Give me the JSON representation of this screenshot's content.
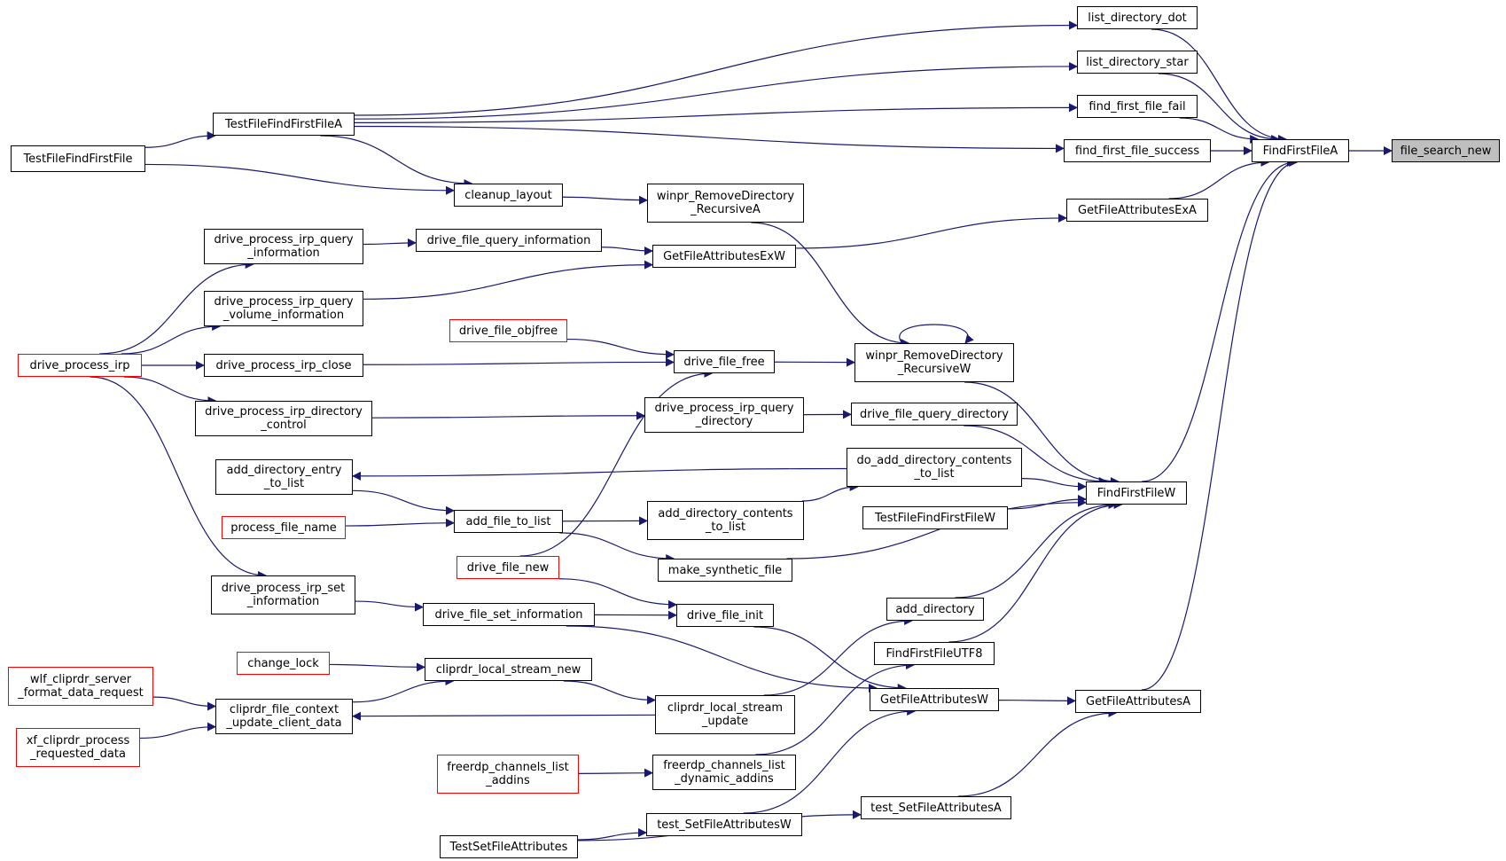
{
  "colors": {
    "edge": "#191970",
    "border": "#000000",
    "external_border": "#ff0000",
    "focus_fill": "#bfbfbf"
  },
  "nodes": [
    {
      "id": "file_search_new",
      "label": "file_search_new",
      "focus": true
    },
    {
      "id": "FindFirstFileA",
      "label": "FindFirstFileA"
    },
    {
      "id": "list_directory_dot",
      "label": "list_directory_dot"
    },
    {
      "id": "list_directory_star",
      "label": "list_directory_star"
    },
    {
      "id": "find_first_file_fail",
      "label": "find_first_file_fail"
    },
    {
      "id": "find_first_file_success",
      "label": "find_first_file_success"
    },
    {
      "id": "GetFileAttributesExA",
      "label": "GetFileAttributesExA"
    },
    {
      "id": "FindFirstFileW",
      "label": "FindFirstFileW"
    },
    {
      "id": "GetFileAttributesA",
      "label": "GetFileAttributesA"
    },
    {
      "id": "TestFileFindFirstFileA",
      "label": "TestFileFindFirstFileA"
    },
    {
      "id": "TestFileFindFirstFile",
      "label": "TestFileFindFirstFile"
    },
    {
      "id": "cleanup_layout",
      "label": "cleanup_layout"
    },
    {
      "id": "winpr_RemoveDirectory_RecursiveA",
      "label": "winpr_RemoveDirectory\n_RecursiveA"
    },
    {
      "id": "GetFileAttributesExW",
      "label": "GetFileAttributesExW"
    },
    {
      "id": "drive_file_query_information",
      "label": "drive_file_query_information"
    },
    {
      "id": "drive_process_irp_query_information",
      "label": "drive_process_irp_query\n_information"
    },
    {
      "id": "drive_process_irp_query_volume_information",
      "label": "drive_process_irp_query\n_volume_information"
    },
    {
      "id": "drive_process_irp",
      "label": "drive_process_irp",
      "external": true
    },
    {
      "id": "drive_process_irp_close",
      "label": "drive_process_irp_close"
    },
    {
      "id": "drive_process_irp_directory_control",
      "label": "drive_process_irp_directory\n_control"
    },
    {
      "id": "drive_file_objfree",
      "label": "drive_file_objfree",
      "external": true
    },
    {
      "id": "drive_file_free",
      "label": "drive_file_free"
    },
    {
      "id": "winpr_RemoveDirectory_RecursiveW",
      "label": "winpr_RemoveDirectory\n_RecursiveW"
    },
    {
      "id": "drive_process_irp_query_directory",
      "label": "drive_process_irp_query\n_directory"
    },
    {
      "id": "drive_file_query_directory",
      "label": "drive_file_query_directory"
    },
    {
      "id": "do_add_directory_contents_to_list",
      "label": "do_add_directory_contents\n_to_list"
    },
    {
      "id": "add_directory_entry_to_list",
      "label": "add_directory_entry\n_to_list"
    },
    {
      "id": "add_file_to_list",
      "label": "add_file_to_list"
    },
    {
      "id": "process_file_name",
      "label": "process_file_name",
      "external": true
    },
    {
      "id": "add_directory_contents_to_list",
      "label": "add_directory_contents\n_to_list"
    },
    {
      "id": "TestFileFindFirstFileW",
      "label": "TestFileFindFirstFileW"
    },
    {
      "id": "make_synthetic_file",
      "label": "make_synthetic_file"
    },
    {
      "id": "drive_file_new",
      "label": "drive_file_new",
      "external": true
    },
    {
      "id": "drive_process_irp_set_information",
      "label": "drive_process_irp_set\n_information"
    },
    {
      "id": "drive_file_set_information",
      "label": "drive_file_set_information"
    },
    {
      "id": "drive_file_init",
      "label": "drive_file_init"
    },
    {
      "id": "add_directory",
      "label": "add_directory"
    },
    {
      "id": "FindFirstFileUTF8",
      "label": "FindFirstFileUTF8"
    },
    {
      "id": "change_lock",
      "label": "change_lock",
      "external": true
    },
    {
      "id": "cliprdr_local_stream_new",
      "label": "cliprdr_local_stream_new"
    },
    {
      "id": "wlf_cliprdr_server_format_data_request",
      "label": "wlf_cliprdr_server\n_format_data_request",
      "external": true
    },
    {
      "id": "cliprdr_file_context_update_client_data",
      "label": "cliprdr_file_context\n_update_client_data"
    },
    {
      "id": "cliprdr_local_stream_update",
      "label": "cliprdr_local_stream\n_update"
    },
    {
      "id": "GetFileAttributesW",
      "label": "GetFileAttributesW"
    },
    {
      "id": "xf_cliprdr_process_requested_data",
      "label": "xf_cliprdr_process\n_requested_data",
      "external": true
    },
    {
      "id": "freerdp_channels_list_addins",
      "label": "freerdp_channels_list\n_addins",
      "external": true
    },
    {
      "id": "freerdp_channels_list_dynamic_addins",
      "label": "freerdp_channels_list\n_dynamic_addins"
    },
    {
      "id": "test_SetFileAttributesA",
      "label": "test_SetFileAttributesA"
    },
    {
      "id": "test_SetFileAttributesW",
      "label": "test_SetFileAttributesW"
    },
    {
      "id": "TestSetFileAttributes",
      "label": "TestSetFileAttributes"
    }
  ],
  "edges": [
    [
      "FindFirstFileA",
      "file_search_new"
    ],
    [
      "list_directory_dot",
      "FindFirstFileA"
    ],
    [
      "list_directory_star",
      "FindFirstFileA"
    ],
    [
      "find_first_file_fail",
      "FindFirstFileA"
    ],
    [
      "find_first_file_success",
      "FindFirstFileA"
    ],
    [
      "GetFileAttributesExA",
      "FindFirstFileA"
    ],
    [
      "FindFirstFileW",
      "FindFirstFileA"
    ],
    [
      "GetFileAttributesA",
      "FindFirstFileA"
    ],
    [
      "TestFileFindFirstFileA",
      "list_directory_dot"
    ],
    [
      "TestFileFindFirstFileA",
      "list_directory_star"
    ],
    [
      "TestFileFindFirstFileA",
      "find_first_file_fail"
    ],
    [
      "TestFileFindFirstFileA",
      "find_first_file_success"
    ],
    [
      "TestFileFindFirstFile",
      "TestFileFindFirstFileA"
    ],
    [
      "TestFileFindFirstFileA",
      "cleanup_layout"
    ],
    [
      "TestFileFindFirstFile",
      "cleanup_layout"
    ],
    [
      "cleanup_layout",
      "winpr_RemoveDirectory_RecursiveA"
    ],
    [
      "GetFileAttributesExW",
      "GetFileAttributesExA"
    ],
    [
      "drive_file_query_information",
      "GetFileAttributesExW"
    ],
    [
      "drive_process_irp_query_information",
      "drive_file_query_information"
    ],
    [
      "drive_process_irp_query_volume_information",
      "GetFileAttributesExW"
    ],
    [
      "drive_process_irp",
      "drive_process_irp_query_information"
    ],
    [
      "drive_process_irp",
      "drive_process_irp_query_volume_information"
    ],
    [
      "drive_process_irp",
      "drive_process_irp_close"
    ],
    [
      "drive_process_irp",
      "drive_process_irp_directory_control"
    ],
    [
      "drive_process_irp",
      "drive_process_irp_set_information"
    ],
    [
      "winpr_RemoveDirectory_RecursiveA",
      "winpr_RemoveDirectory_RecursiveW"
    ],
    [
      "winpr_RemoveDirectory_RecursiveW",
      "winpr_RemoveDirectory_RecursiveW"
    ],
    [
      "drive_file_free",
      "winpr_RemoveDirectory_RecursiveW"
    ],
    [
      "drive_file_objfree",
      "drive_file_free"
    ],
    [
      "drive_process_irp_close",
      "drive_file_free"
    ],
    [
      "drive_file_new",
      "drive_file_free"
    ],
    [
      "winpr_RemoveDirectory_RecursiveW",
      "FindFirstFileW"
    ],
    [
      "drive_process_irp_directory_control",
      "drive_process_irp_query_directory"
    ],
    [
      "drive_process_irp_query_directory",
      "drive_file_query_directory"
    ],
    [
      "drive_file_query_directory",
      "FindFirstFileW"
    ],
    [
      "do_add_directory_contents_to_list",
      "FindFirstFileW"
    ],
    [
      "do_add_directory_contents_to_list",
      "add_directory_entry_to_list"
    ],
    [
      "add_directory_entry_to_list",
      "add_file_to_list"
    ],
    [
      "process_file_name",
      "add_file_to_list"
    ],
    [
      "add_file_to_list",
      "add_directory_contents_to_list"
    ],
    [
      "add_directory_contents_to_list",
      "do_add_directory_contents_to_list"
    ],
    [
      "add_file_to_list",
      "make_synthetic_file"
    ],
    [
      "TestFileFindFirstFileW",
      "FindFirstFileW"
    ],
    [
      "make_synthetic_file",
      "FindFirstFileW"
    ],
    [
      "add_directory",
      "FindFirstFileW"
    ],
    [
      "FindFirstFileUTF8",
      "FindFirstFileW"
    ],
    [
      "drive_process_irp_set_information",
      "drive_file_set_information"
    ],
    [
      "drive_file_new",
      "drive_file_init"
    ],
    [
      "drive_file_set_information",
      "drive_file_init"
    ],
    [
      "drive_file_set_information",
      "GetFileAttributesW"
    ],
    [
      "drive_file_init",
      "GetFileAttributesW"
    ],
    [
      "change_lock",
      "cliprdr_local_stream_new"
    ],
    [
      "cliprdr_file_context_update_client_data",
      "cliprdr_local_stream_new"
    ],
    [
      "cliprdr_local_stream_new",
      "cliprdr_local_stream_update"
    ],
    [
      "wlf_cliprdr_server_format_data_request",
      "cliprdr_file_context_update_client_data"
    ],
    [
      "xf_cliprdr_process_requested_data",
      "cliprdr_file_context_update_client_data"
    ],
    [
      "cliprdr_local_stream_update",
      "cliprdr_file_context_update_client_data"
    ],
    [
      "cliprdr_local_stream_update",
      "add_directory"
    ],
    [
      "freerdp_channels_list_dynamic_addins",
      "FindFirstFileUTF8"
    ],
    [
      "freerdp_channels_list_addins",
      "freerdp_channels_list_dynamic_addins"
    ],
    [
      "GetFileAttributesW",
      "GetFileAttributesA"
    ],
    [
      "test_SetFileAttributesA",
      "GetFileAttributesA"
    ],
    [
      "test_SetFileAttributesW",
      "GetFileAttributesW"
    ],
    [
      "TestSetFileAttributes",
      "test_SetFileAttributesW"
    ],
    [
      "TestSetFileAttributes",
      "test_SetFileAttributesA"
    ]
  ]
}
